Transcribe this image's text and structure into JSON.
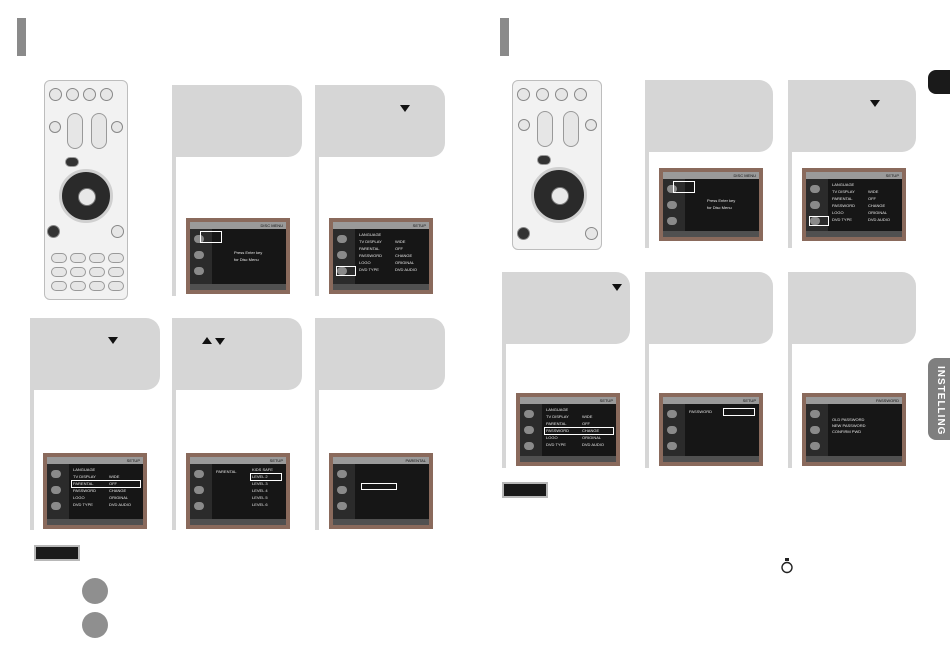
{
  "left_page": {
    "screens": {
      "disc_menu_header": "DISC MENU",
      "setup_header": "SETUP",
      "parental_header": "PARENTAL",
      "press_enter_lines": [
        "Press Enter key",
        "for Disc Menu"
      ],
      "setup_menu_items": [
        "LANGUAGE",
        "TV DISPLAY",
        "PARENTAL",
        "PASSWORD",
        "LOGO",
        "DVD TYPE"
      ],
      "setup_menu_values": [
        "",
        "WIDE",
        "OFF",
        "CHANGE",
        "ORIGINAL",
        "DVD AUDIO"
      ],
      "parental_label": "PARENTAL",
      "parental_options": [
        "KIDS SAFE",
        "LEVEL 2",
        "LEVEL 3",
        "LEVEL 4",
        "LEVEL 5",
        "LEVEL 6"
      ]
    }
  },
  "right_page": {
    "screens": {
      "disc_menu_header": "DISC MENU",
      "setup_header": "SETUP",
      "password_header": "PASSWORD",
      "press_enter_lines": [
        "Press Enter key",
        "for Disc Menu"
      ],
      "setup_menu_items": [
        "LANGUAGE",
        "TV DISPLAY",
        "PARENTAL",
        "PASSWORD",
        "LOGO",
        "DVD TYPE"
      ],
      "setup_menu_values": [
        "",
        "WIDE",
        "OFF",
        "CHANGE",
        "ORIGINAL",
        "DVD AUDIO"
      ],
      "password_label": "PASSWORD",
      "password_fields": [
        "OLD PASSWORD",
        "NEW PASSWORD",
        "CONFIRM PWD"
      ]
    },
    "side_tab": "INSTELLING"
  },
  "colors": {
    "card_gray": "#d6d6d6",
    "tab_gray": "#7f7f7f",
    "screen_frame": "#8a6a5c"
  },
  "icons": {
    "arrow_down": "triangle-down",
    "arrow_up": "triangle-up",
    "timer": "stopwatch"
  }
}
